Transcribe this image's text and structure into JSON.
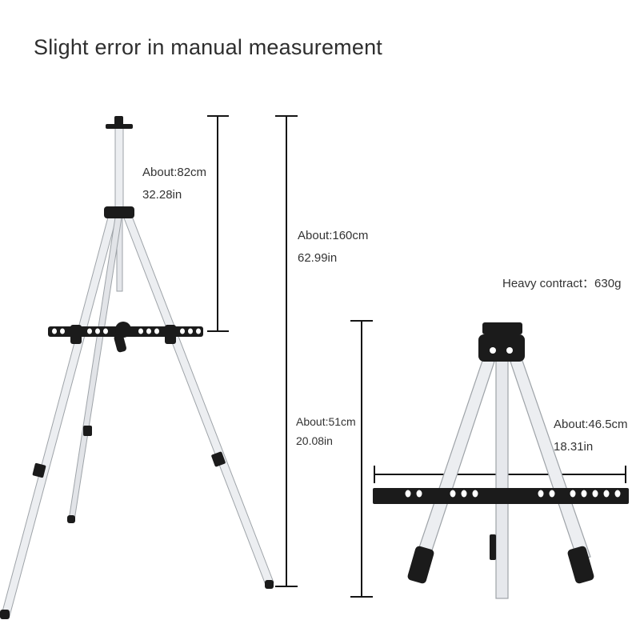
{
  "title": "Slight error in manual measurement",
  "measurements": {
    "pole_height": {
      "label": "About:82cm",
      "inches": "32.28in"
    },
    "total_height": {
      "label": "About:160cm",
      "inches": "62.99in"
    },
    "weight": {
      "label": "Heavy contract：630g"
    },
    "folded_height": {
      "label": "About:51cm",
      "inches": "20.08in"
    },
    "tray_width": {
      "label": "About:46.5cm",
      "inches": "18.31in"
    }
  },
  "colors": {
    "tube": "#e9ebee",
    "tube_edge": "#9ea3a8",
    "plastic": "#1b1b1b",
    "line": "#151515"
  }
}
